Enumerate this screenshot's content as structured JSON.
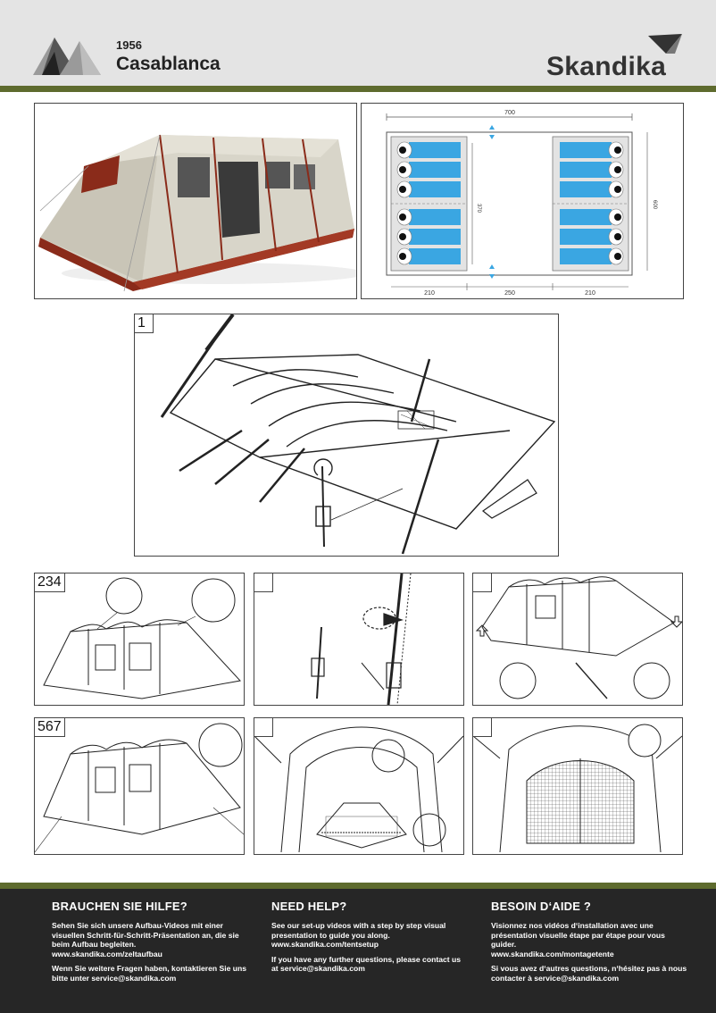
{
  "header": {
    "product_number": "1956",
    "product_name": "Casablanca",
    "brand": "Skandika"
  },
  "floorplan": {
    "total_width": "700",
    "depth": "370",
    "height": "600",
    "left_cabin": "210",
    "middle": "250",
    "right_cabin": "210"
  },
  "steps": [
    {
      "label": "1"
    },
    {
      "label": "234"
    },
    {
      "label": ""
    },
    {
      "label": ""
    },
    {
      "label": "567"
    },
    {
      "label": ""
    },
    {
      "label": ""
    }
  ],
  "footer": {
    "de": {
      "heading": "BRAUCHEN SIE HILFE?",
      "text1": "Sehen Sie sich unsere Aufbau-Videos mit einer visuellen Schritt-für-Schritt-Präsentation an, die sie beim Aufbau begleiten.",
      "link": "www.skandika.com/zeltaufbau",
      "text2": "Wenn Sie weitere Fragen haben, kontaktieren Sie uns bitte unter service@skandika.com"
    },
    "en": {
      "heading": "NEED HELP?",
      "text1": "See our set-up videos with a step by step visual presentation to guide you along.",
      "link": "www.skandika.com/tentsetup",
      "text2": "If you have any further questions, please contact us at service@skandika.com"
    },
    "fr": {
      "heading": "BESOIN D‘AIDE ?",
      "text1": "Visionnez nos vidéos d‘installation avec une présentation visuelle étape par étape pour vous guider.",
      "link": "www.skandika.com/montagetente",
      "text2": "Si vous avez d‘autres questions, n‘hésitez pas à nous contacter à service@skandika.com"
    }
  },
  "colors": {
    "accent_green": "#5e6b2e",
    "footer_bg": "#262626",
    "sleeping_blue": "#3aa6e2"
  }
}
